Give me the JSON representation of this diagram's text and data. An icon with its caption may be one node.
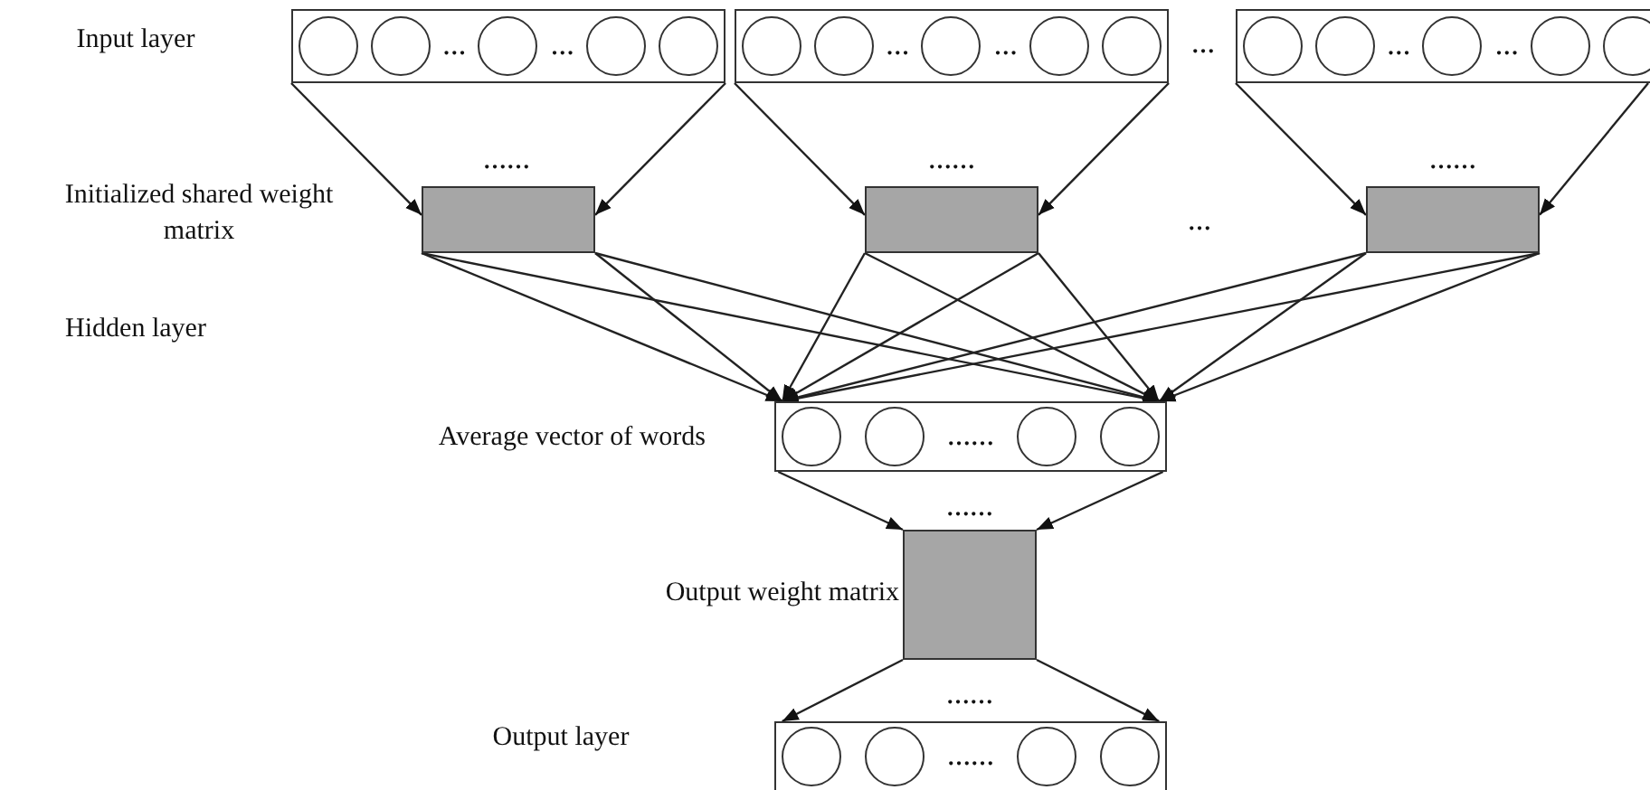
{
  "diagram": {
    "nodes": [
      {
        "text": [
          "…",
          "…"
        ]
      },
      {
        "text": [
          "…",
          "…"
        ]
      },
      {
        "text": [
          "…",
          "…"
        ]
      },
      {
        "text": [],
        "shape": "box"
      },
      {
        "text": [],
        "shape": "box"
      },
      {
        "text": [],
        "shape": "box"
      },
      {
        "text": [
          "……"
        ]
      },
      {
        "text": [],
        "shape": "box"
      },
      {
        "text": [
          "……"
        ]
      }
    ],
    "edges": [
      {
        "from": 0,
        "to": 3,
        "arrow": "to"
      },
      {
        "from": 0,
        "to": 3,
        "arrow": "to"
      },
      {
        "from": 1,
        "to": 4,
        "arrow": "to"
      },
      {
        "from": 1,
        "to": 4,
        "arrow": "to"
      },
      {
        "from": 2,
        "to": 5,
        "arrow": "to"
      },
      {
        "from": 2,
        "to": 5,
        "arrow": "to"
      },
      {
        "from": 3,
        "to": 6,
        "arrow": "to"
      },
      {
        "from": 3,
        "to": 6,
        "arrow": "to"
      },
      {
        "from": 3,
        "to": 6,
        "arrow": "to"
      },
      {
        "from": 3,
        "to": 6,
        "arrow": "to"
      },
      {
        "from": 4,
        "to": 6,
        "arrow": "to"
      },
      {
        "from": 4,
        "to": 6,
        "arrow": "to"
      },
      {
        "from": 4,
        "to": 6,
        "arrow": "to"
      },
      {
        "from": 4,
        "to": 6,
        "arrow": "to"
      },
      {
        "from": 5,
        "to": 6,
        "arrow": "to"
      },
      {
        "from": 5,
        "to": 6,
        "arrow": "to"
      },
      {
        "from": 5,
        "to": 6,
        "arrow": "to"
      },
      {
        "from": 5,
        "to": 6,
        "arrow": "to"
      },
      {
        "from": 6,
        "to": 7,
        "arrow": "to"
      },
      {
        "from": 6,
        "to": 7,
        "arrow": "to"
      },
      {
        "from": 7,
        "to": 8,
        "arrow": "to"
      },
      {
        "from": 7,
        "to": 8,
        "arrow": "to"
      }
    ],
    "labels": [
      "Input layer",
      "…",
      "……",
      "……",
      "……",
      "Initialized shared weight matrix",
      "…",
      "Hidden layer",
      "Average vector of words",
      "……",
      "Output weight matrix",
      "……",
      "Output layer"
    ]
  }
}
